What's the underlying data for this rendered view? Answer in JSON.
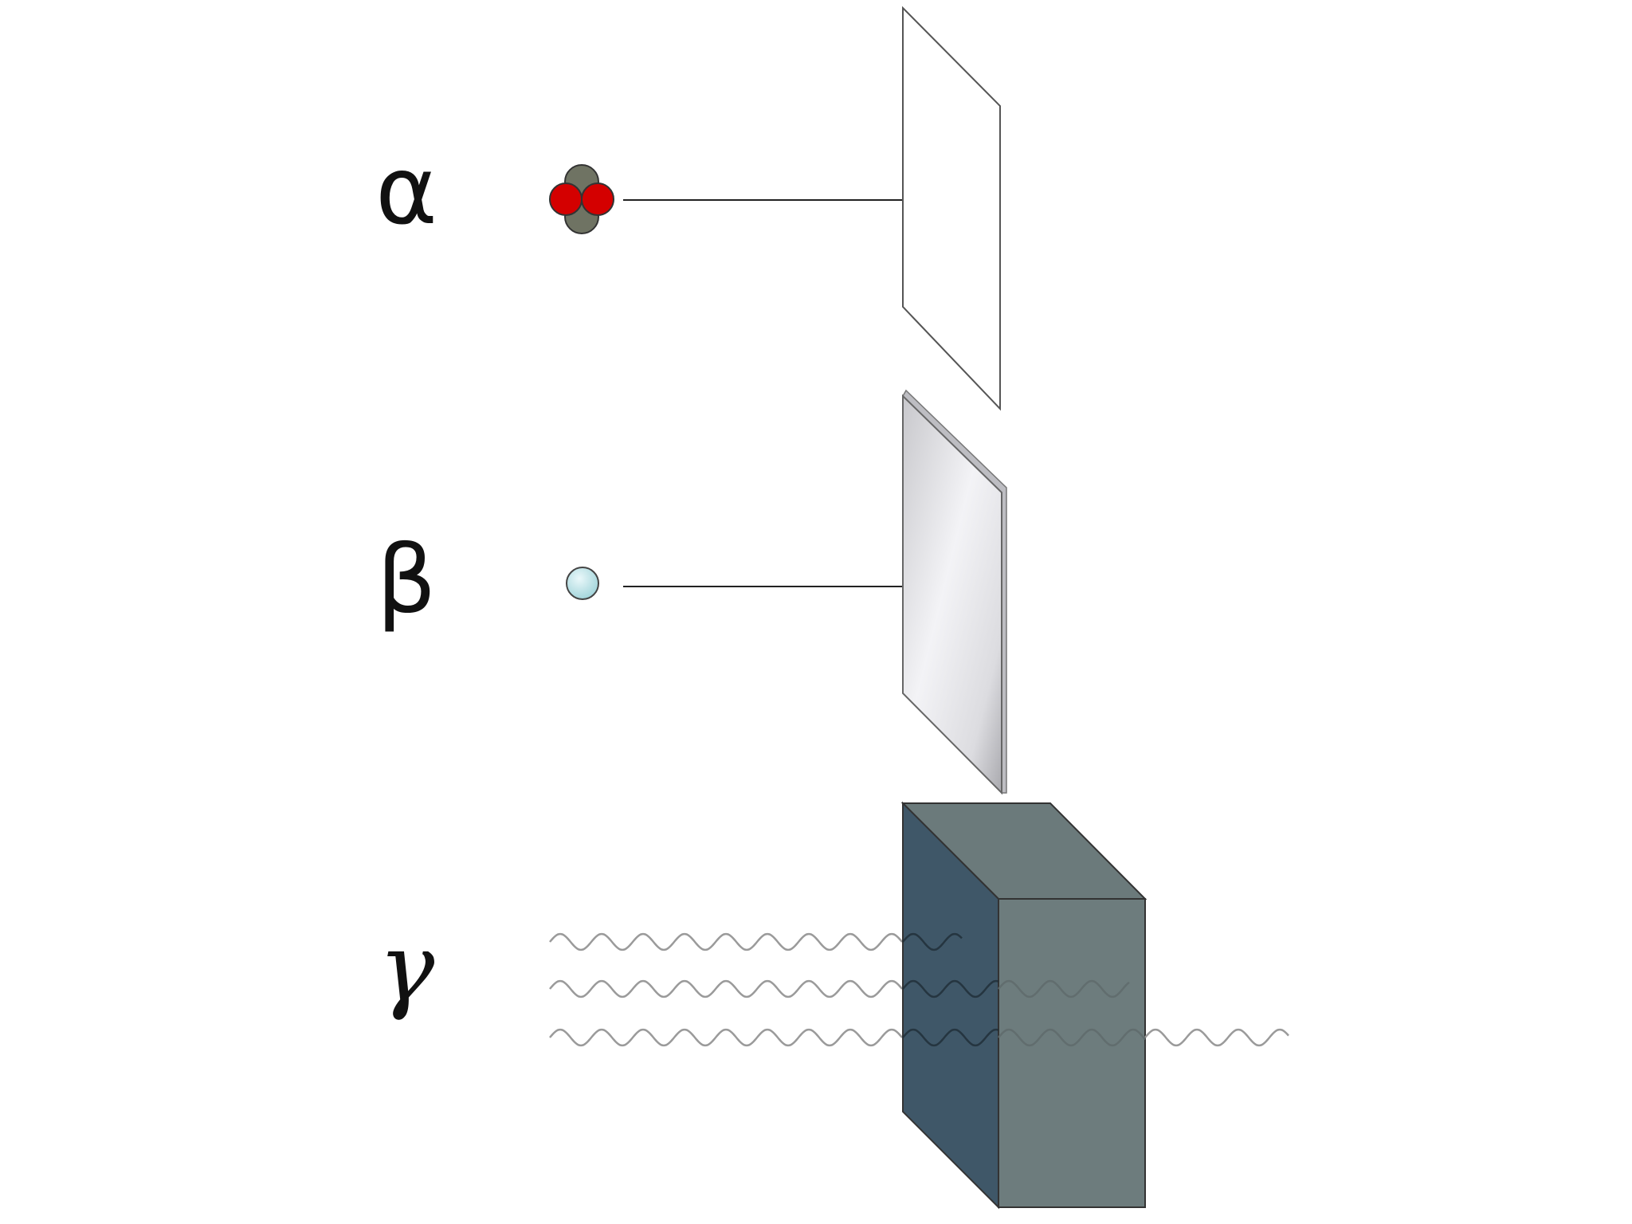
{
  "rows": [
    {
      "symbol": "α",
      "particle": "alpha-particle",
      "barrier": "paper-sheet"
    },
    {
      "symbol": "β",
      "particle": "beta-particle",
      "barrier": "thin-metal-sheet"
    },
    {
      "symbol": "γ",
      "particle": "gamma-rays",
      "barrier": "thick-block"
    }
  ],
  "colors": {
    "proton": "#d40000",
    "neutron": "#6f7363",
    "electron": "#bfe6ea",
    "block_front": "#3f5768",
    "block_side": "#6d7c7d",
    "block_top": "#6b7a7b",
    "wave": "#9a9a9a",
    "arrow": "#222222"
  }
}
